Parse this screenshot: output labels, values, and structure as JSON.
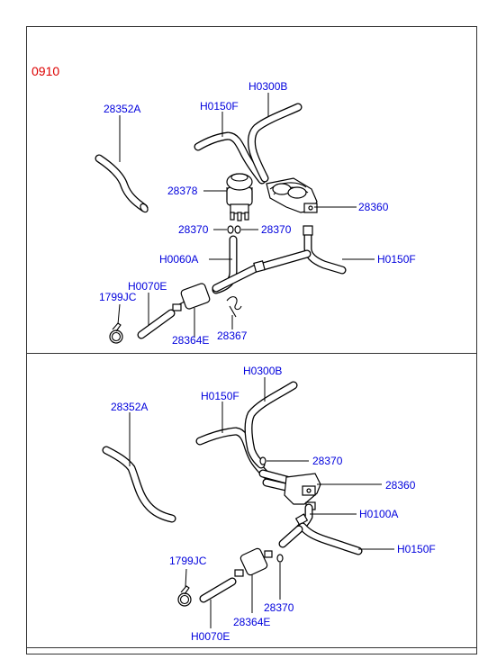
{
  "colors": {
    "label": "#0000dd",
    "code": "#dd0000",
    "line": "#000000",
    "frame": "#333333"
  },
  "diagram": {
    "section_code": "0910",
    "top_panel": {
      "labels": {
        "p28352a": "28352A",
        "h0150f_a": "H0150F",
        "h0300b": "H0300B",
        "p28378": "28378",
        "p28360": "28360",
        "p28370_a": "28370",
        "p28370_b": "28370",
        "h0060a": "H0060A",
        "h0150f_b": "H0150F",
        "h0070e": "H0070E",
        "p1799jc": "1799JC",
        "p28364e": "28364E",
        "p28367": "28367"
      }
    },
    "bottom_panel": {
      "labels": {
        "h0300b": "H0300B",
        "p28352a": "28352A",
        "h0150f_a": "H0150F",
        "p28370_a": "28370",
        "p28360": "28360",
        "h0100a": "H0100A",
        "h0150f_b": "H0150F",
        "p1799jc": "1799JC",
        "p28370_b": "28370",
        "p28364e": "28364E",
        "h0070e": "H0070E"
      }
    }
  }
}
